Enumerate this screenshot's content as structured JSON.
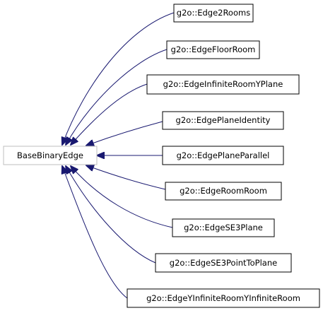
{
  "base_node": {
    "label": "BaseBinaryEdge",
    "border_color": "#bfbfbf"
  },
  "derived_nodes": [
    {
      "label": "g2o::Edge2Rooms"
    },
    {
      "label": "g2o::EdgeFloorRoom"
    },
    {
      "label": "g2o::EdgeInfiniteRoomYPlane"
    },
    {
      "label": "g2o::EdgePlaneIdentity"
    },
    {
      "label": "g2o::EdgePlaneParallel"
    },
    {
      "label": "g2o::EdgeRoomRoom"
    },
    {
      "label": "g2o::EdgeSE3Plane"
    },
    {
      "label": "g2o::EdgeSE3PointToPlane"
    },
    {
      "label": "g2o::EdgeYInfiniteRoomYInfiniteRoom"
    }
  ],
  "colors": {
    "edge": "#191970",
    "node_border": "#000000",
    "node_fill": "#ffffff"
  }
}
